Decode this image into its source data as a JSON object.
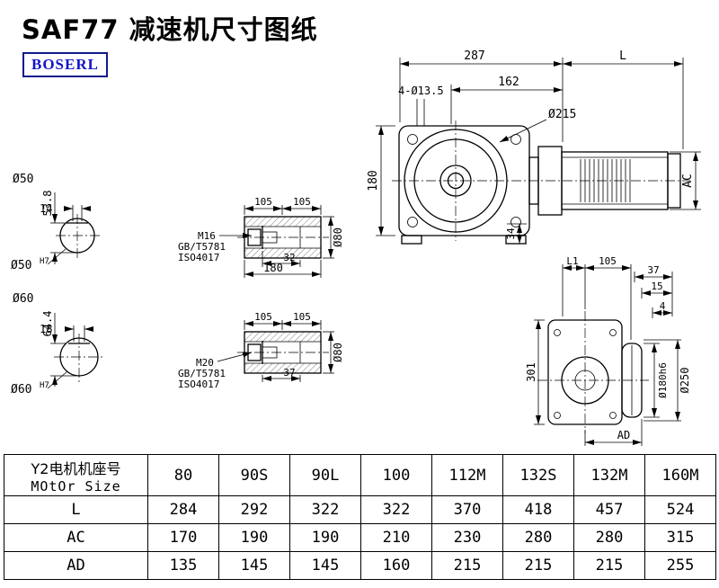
{
  "header": {
    "title": "SAF77 减速机尺寸图纸",
    "logo": "BOSERL"
  },
  "front_view": {
    "dim_287": "287",
    "dim_l": "L",
    "dim_holes": "4-Ø13.5",
    "dim_162": "162",
    "dim_flange": "Ø215",
    "dim_180": "180",
    "dim_34": "34",
    "dim_ac": "AC"
  },
  "shaft_50": {
    "label": "Ø50",
    "key_width": "14",
    "key_height": "53.8",
    "bore": "Ø50",
    "tolerance": "H7"
  },
  "shaft_60": {
    "label": "Ø60",
    "key_width": "18",
    "key_height": "64.4",
    "bore": "Ø60",
    "tolerance": "H7"
  },
  "detail_m16": {
    "dim_105_a": "105",
    "dim_105_b": "105",
    "thread": "M16",
    "std_gb": "GB/T5781",
    "std_iso": "ISO4017",
    "dim_32": "32",
    "dim_180": "180",
    "dim_d80": "Ø80"
  },
  "detail_m20": {
    "dim_105_a": "105",
    "dim_105_b": "105",
    "thread": "M20",
    "std_gb": "GB/T5781",
    "std_iso": "ISO4017",
    "dim_37": "37",
    "dim_d80": "Ø80"
  },
  "side_view": {
    "dim_l1": "L1",
    "dim_105": "105",
    "dim_37": "37",
    "dim_15": "15",
    "dim_4": "4",
    "dim_301": "301",
    "dim_spigot": "Ø180h6",
    "dim_flange": "Ø250",
    "dim_ad": "AD"
  },
  "table": {
    "row_header_cn": "Y2电机机座号",
    "row_header_en": "MOtOr Size",
    "sizes": [
      "80",
      "90S",
      "90L",
      "100",
      "112M",
      "132S",
      "132M",
      "160M"
    ],
    "rows": [
      {
        "label": "L",
        "values": [
          "284",
          "292",
          "322",
          "322",
          "370",
          "418",
          "457",
          "524"
        ]
      },
      {
        "label": "AC",
        "values": [
          "170",
          "190",
          "190",
          "210",
          "230",
          "280",
          "280",
          "315"
        ]
      },
      {
        "label": "AD",
        "values": [
          "135",
          "145",
          "145",
          "160",
          "215",
          "215",
          "215",
          "255"
        ]
      }
    ]
  }
}
